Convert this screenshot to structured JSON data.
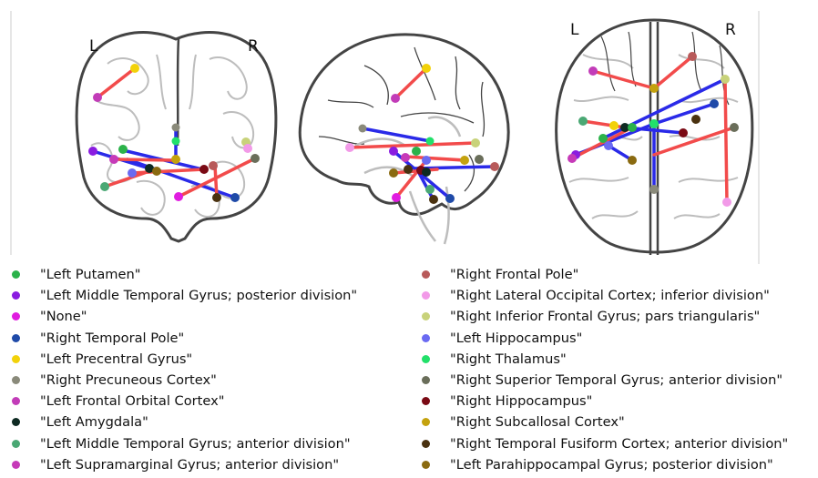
{
  "hemisphere_labels": {
    "coronal_left": "L",
    "coronal_right": "R",
    "axial_left": "L",
    "axial_right": "R"
  },
  "colors": {
    "positive_edge": "#f24b4b",
    "negative_edge": "#2a2ae8",
    "brain_outline": "#444444",
    "sulci": "#bdbdbd"
  },
  "legend": {
    "left": [
      {
        "label": "\"Left Putamen\"",
        "color": "#2bb24a"
      },
      {
        "label": "\"Left Middle Temporal Gyrus; posterior division\"",
        "color": "#8a1ce0"
      },
      {
        "label": "\"None\"",
        "color": "#e01ce0"
      },
      {
        "label": "\"Right Temporal Pole\"",
        "color": "#1f4aa8"
      },
      {
        "label": "\"Left Precentral Gyrus\"",
        "color": "#f2d20a"
      },
      {
        "label": "\"Right Precuneous Cortex\"",
        "color": "#8a8a7a"
      },
      {
        "label": "\"Left Frontal Orbital Cortex\"",
        "color": "#c23cb8"
      },
      {
        "label": "\"Left Amygdala\"",
        "color": "#0e2a22"
      },
      {
        "label": "\"Left Middle Temporal Gyrus; anterior division\"",
        "color": "#4aa874"
      },
      {
        "label": "\"Left Supramarginal Gyrus; anterior division\"",
        "color": "#c63ab8"
      }
    ],
    "right": [
      {
        "label": "\"Right Frontal Pole\"",
        "color": "#b85a5a"
      },
      {
        "label": "\"Right Lateral Occipital Cortex; inferior division\"",
        "color": "#f29ae8"
      },
      {
        "label": "\"Right Inferior Frontal Gyrus; pars triangularis\"",
        "color": "#c8d27a"
      },
      {
        "label": "\"Left Hippocampus\"",
        "color": "#6a6af2"
      },
      {
        "label": "\"Right Thalamus\"",
        "color": "#22e06a"
      },
      {
        "label": "\"Right Superior Temporal Gyrus; anterior division\"",
        "color": "#6a6e5a"
      },
      {
        "label": "\"Right Hippocampus\"",
        "color": "#7a0a14"
      },
      {
        "label": "\"Right Subcallosal Cortex\"",
        "color": "#c4a20e"
      },
      {
        "label": "\"Right Temporal Fusiform Cortex; anterior division\"",
        "color": "#4a3210"
      },
      {
        "label": "\"Left Parahippocampal Gyrus; posterior division\"",
        "color": "#8a6a10"
      }
    ]
  }
}
